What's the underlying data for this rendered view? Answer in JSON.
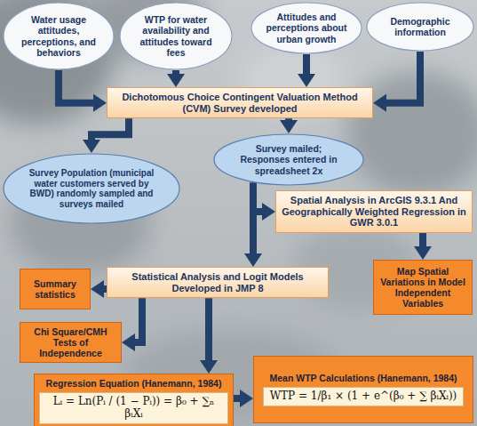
{
  "diagram": {
    "nodes": [
      {
        "text": [
          "Water usage attitudes, perceptions, and behaviors"
        ]
      },
      {
        "text": [
          "WTP for water availability and attitudes toward fees"
        ]
      },
      {
        "text": [
          "Attitudes and perceptions about urban growth"
        ]
      },
      {
        "text": [
          "Demographic information"
        ]
      },
      {
        "text": [
          "Dichotomous Choice Contingent Valuation Method (CVM) Survey developed"
        ]
      },
      {
        "text": [
          "Survey mailed; Responses entered in spreadsheet 2x"
        ]
      },
      {
        "text": [
          "Survey Population (municipal water customers served by BWD) randomly sampled and surveys mailed"
        ]
      },
      {
        "text": [
          "Spatial Analysis in ArcGIS 9.3.1 And Geographically Weighted Regression in GWR 3.0.1"
        ]
      },
      {
        "text": [
          "Statistical Analysis and Logit Models Developed in JMP 8"
        ]
      },
      {
        "text": [
          "Summary statistics"
        ]
      },
      {
        "text": [
          "Map Spatial Variations in Model Independent Variables"
        ]
      },
      {
        "text": [
          "Chi Square/CMH Tests of Independence"
        ]
      },
      {
        "text": [
          "Regression Equation (Hanemann, 1984)"
        ]
      },
      {
        "text": [
          "Lᵢ = Ln(Pᵢ / (1 − Pᵢ)) = β₀ + ∑ₙ βᵢXᵢ"
        ],
        "in": 12
      },
      {
        "text": [
          "Mean WTP Calculations (Hanemann, 1984)"
        ]
      },
      {
        "text": [
          "WTP = 1/β₁ × (1 + e^(β₀ + ∑ βᵢXᵢ))"
        ],
        "in": 14
      }
    ],
    "edges": [
      {
        "from": 0,
        "to": 4,
        "arrow": "to"
      },
      {
        "from": 1,
        "to": 4,
        "arrow": "to"
      },
      {
        "from": 2,
        "to": 4,
        "arrow": "to"
      },
      {
        "from": 3,
        "to": 4,
        "arrow": "to"
      },
      {
        "from": 4,
        "to": 5,
        "arrow": "to"
      },
      {
        "from": 4,
        "to": 6,
        "arrow": "to"
      },
      {
        "from": 5,
        "to": 8,
        "arrow": "to"
      },
      {
        "from": 5,
        "to": 7,
        "arrow": "to"
      },
      {
        "from": 7,
        "to": 10,
        "arrow": "to"
      },
      {
        "from": 8,
        "to": 9,
        "arrow": "to"
      },
      {
        "from": 8,
        "to": 11,
        "arrow": "to"
      },
      {
        "from": 8,
        "to": 12,
        "arrow": "to"
      },
      {
        "from": 12,
        "to": 14,
        "arrow": "to"
      }
    ]
  }
}
